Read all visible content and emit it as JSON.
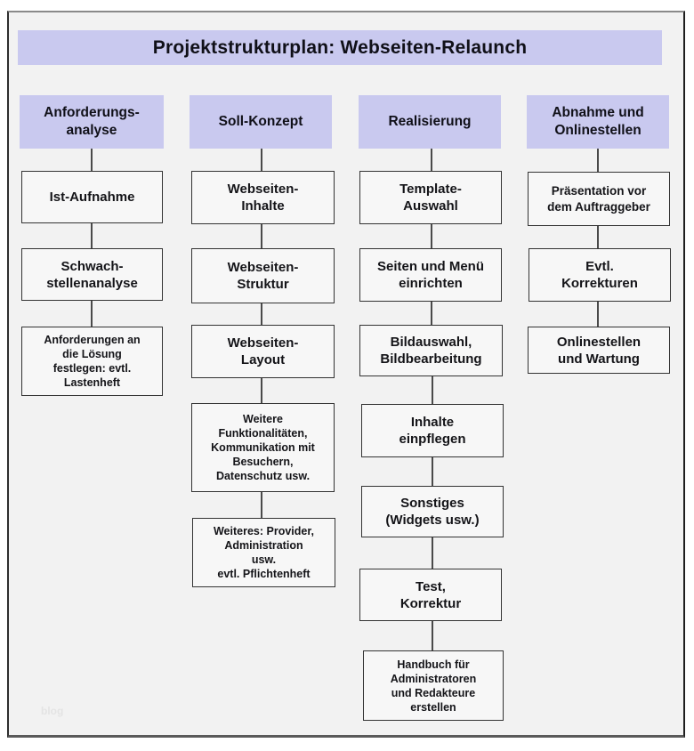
{
  "title": "Projektstrukturplan: Webseiten-Relaunch",
  "watermark": "blog",
  "colors": {
    "banner": "#c9c9ef",
    "panel_background": "#f2f2f2",
    "box_background": "#f7f7f7",
    "box_border": "#333333",
    "connector": "#4a4a4a",
    "text": "#101018"
  },
  "columns": [
    {
      "header": "Anforderungs-\nanalyse",
      "boxes": [
        {
          "label": "Ist-Aufnahme"
        },
        {
          "label": "Schwach-\nstellenanalyse"
        },
        {
          "label": "Anforderungen an\ndie Lösung\nfestlegen: evtl.\nLastenheft"
        }
      ]
    },
    {
      "header": "Soll-Konzept",
      "boxes": [
        {
          "label": "Webseiten-\nInhalte"
        },
        {
          "label": "Webseiten-\nStruktur"
        },
        {
          "label": "Webseiten-\nLayout"
        },
        {
          "label": "Weitere\nFunktionalitäten,\nKommunikation mit\nBesuchern,\nDatenschutz usw."
        },
        {
          "label": "Weiteres: Provider,\nAdministration\nusw.\nevtl. Pflichtenheft"
        }
      ]
    },
    {
      "header": "Realisierung",
      "boxes": [
        {
          "label": "Template-\nAuswahl"
        },
        {
          "label": "Seiten und Menü\neinrichten"
        },
        {
          "label": "Bildauswahl,\nBildbearbeitung"
        },
        {
          "label": "Inhalte\neinpflegen"
        },
        {
          "label": "Sonstiges\n(Widgets usw.)"
        },
        {
          "label": "Test,\nKorrektur"
        },
        {
          "label": "Handbuch für\nAdministratoren\nund Redakteure\nerstellen"
        }
      ]
    },
    {
      "header": "Abnahme und\nOnlinestellen",
      "boxes": [
        {
          "label": "Präsentation vor\ndem Auftraggeber"
        },
        {
          "label": "Evtl.\nKorrekturen"
        },
        {
          "label": "Onlinestellen\nund Wartung"
        }
      ]
    }
  ]
}
